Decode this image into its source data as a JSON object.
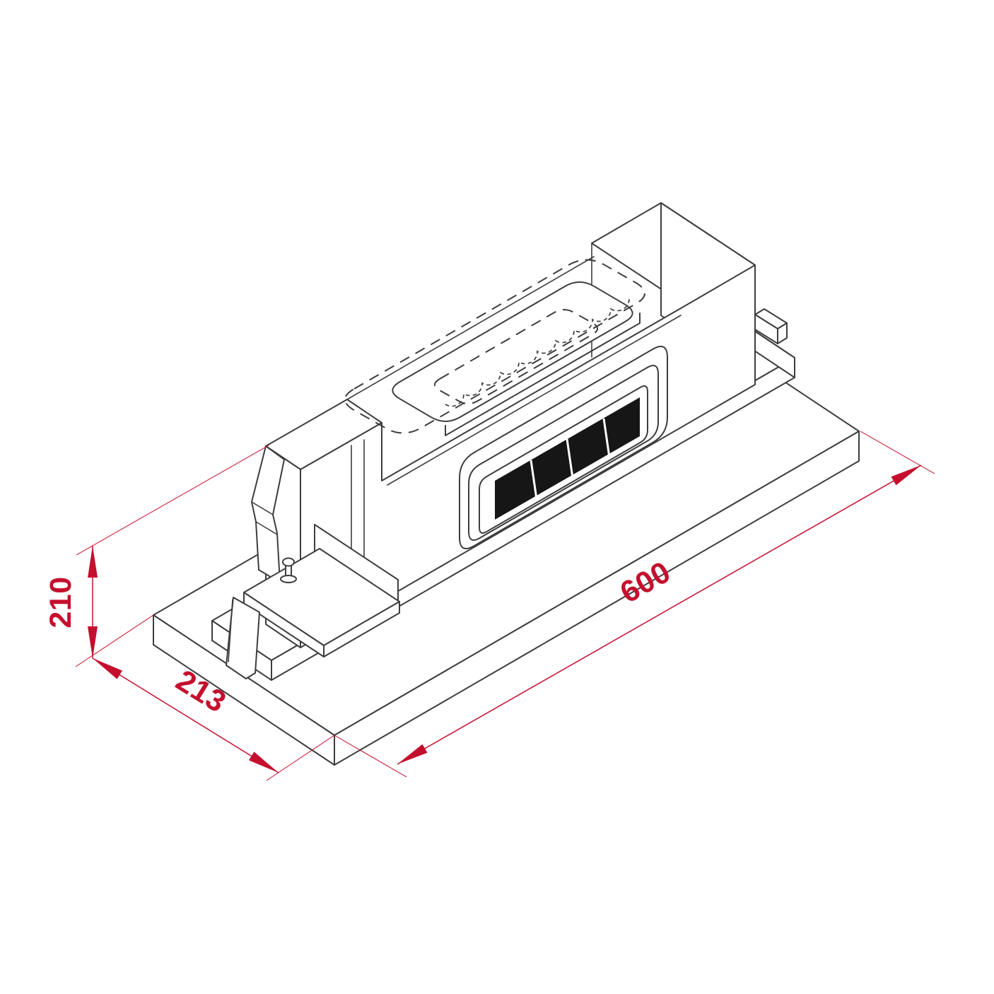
{
  "figure": {
    "type": "isometric technical line drawing",
    "subject": "machine vise mounted on rectangular base plate",
    "view": "isometric",
    "visible_text_items": 3
  },
  "style": {
    "background": "#ffffff",
    "line_color": "#3d3d3d",
    "dimension_color": "#c50f2e",
    "recess_fill": "#161616",
    "hidden_line_style": "dashed"
  },
  "dimensions": {
    "height": {
      "label": "210",
      "orientation": "vertical, left side"
    },
    "width": {
      "label": "213",
      "orientation": "diagonal, lower-left edge"
    },
    "length": {
      "label": "600",
      "orientation": "diagonal, lower-right edge"
    }
  }
}
